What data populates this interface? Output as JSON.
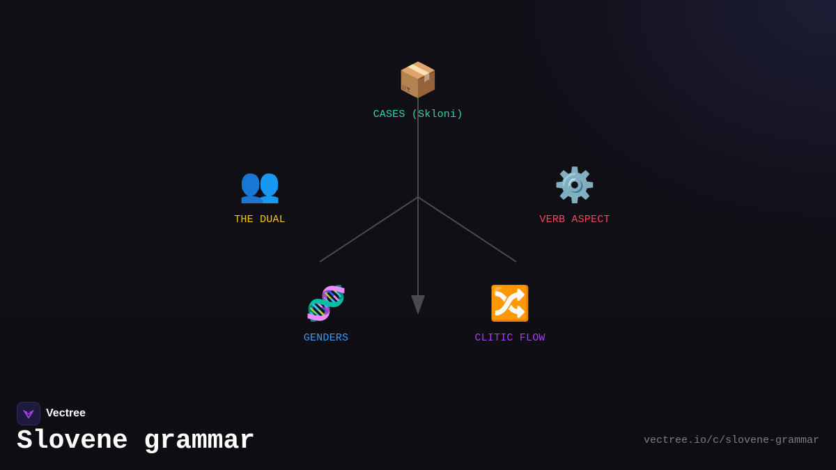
{
  "diagram": {
    "edge_color": "#4a4a50",
    "nodes": [
      {
        "id": "cases",
        "icon": "package-icon",
        "glyph": "📦",
        "label": "CASES (Skloni)",
        "color": "#34d3b0"
      },
      {
        "id": "dual",
        "icon": "people-icon",
        "glyph": "👥",
        "label": "THE DUAL",
        "color": "#f5c518"
      },
      {
        "id": "aspect",
        "icon": "gear-icon",
        "glyph": "⚙️",
        "label": "VERB ASPECT",
        "color": "#f2475f"
      },
      {
        "id": "genders",
        "icon": "dna-icon",
        "glyph": "🧬",
        "label": "GENDERS",
        "color": "#3b9bf5"
      },
      {
        "id": "clitic",
        "icon": "shuffle-icon",
        "glyph": "🔀",
        "label": "CLITIC FLOW",
        "color": "#a040f0"
      }
    ]
  },
  "footer": {
    "brand_name": "Vectree",
    "logo_icon": "vectree-logo-icon",
    "title": "Slovene grammar",
    "url": "vectree.io/c/slovene-grammar"
  }
}
